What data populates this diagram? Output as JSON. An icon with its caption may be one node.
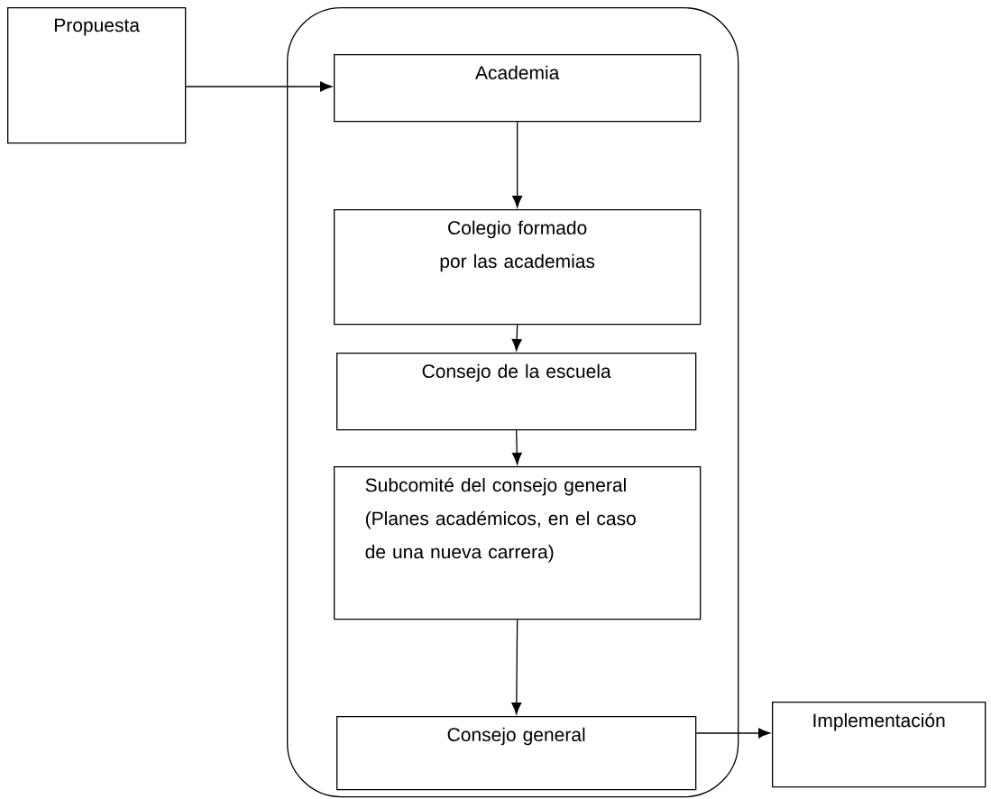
{
  "diagram": {
    "nodes": [
      {
        "text": [
          "Propuesta"
        ]
      },
      {
        "text": [],
        "shape": "box"
      },
      {
        "text": [
          "Academia"
        ],
        "in": 1
      },
      {
        "text": [
          "Colegio formado por las academias"
        ],
        "in": 1
      },
      {
        "text": [
          "Consejo de la escuela"
        ],
        "in": 1
      },
      {
        "text": [
          "Subcomité del consejo general (Planes académicos, en el caso de una nueva carrera)"
        ],
        "in": 1
      },
      {
        "text": [
          "Consejo general"
        ],
        "in": 1
      },
      {
        "text": [
          "Implementación"
        ]
      }
    ],
    "edges": [
      {
        "from": 0,
        "to": 2,
        "arrow": "to"
      },
      {
        "from": 2,
        "to": 3,
        "arrow": "to"
      },
      {
        "from": 3,
        "to": 4,
        "arrow": "to"
      },
      {
        "from": 4,
        "to": 5,
        "arrow": "to"
      },
      {
        "from": 5,
        "to": 6,
        "arrow": "to"
      },
      {
        "from": 6,
        "to": 7,
        "arrow": "to"
      }
    ]
  }
}
